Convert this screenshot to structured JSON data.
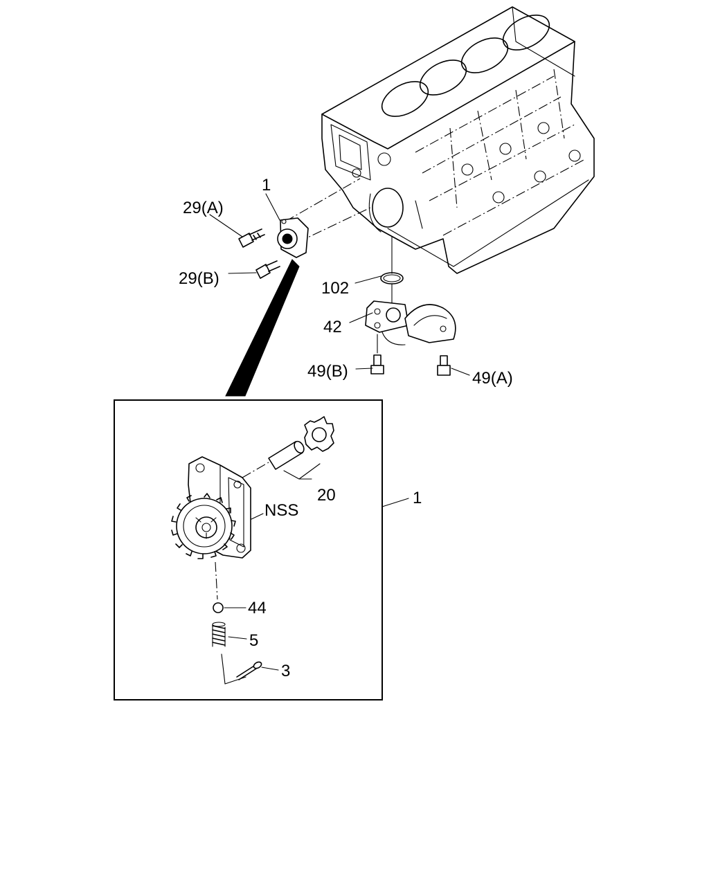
{
  "callouts": {
    "pump_top": "1",
    "bolt_29a": "29(A)",
    "bolt_29b": "29(B)",
    "oring_102": "102",
    "strainer_42": "42",
    "bolt_49b": "49(B)",
    "bolt_49a": "49(A)",
    "gear_set_20": "20",
    "nss": "NSS",
    "pump_detail": "1",
    "ball_44": "44",
    "spring_5": "5",
    "pin_3": "3"
  },
  "colors": {
    "line": "#000000",
    "background": "#ffffff"
  }
}
